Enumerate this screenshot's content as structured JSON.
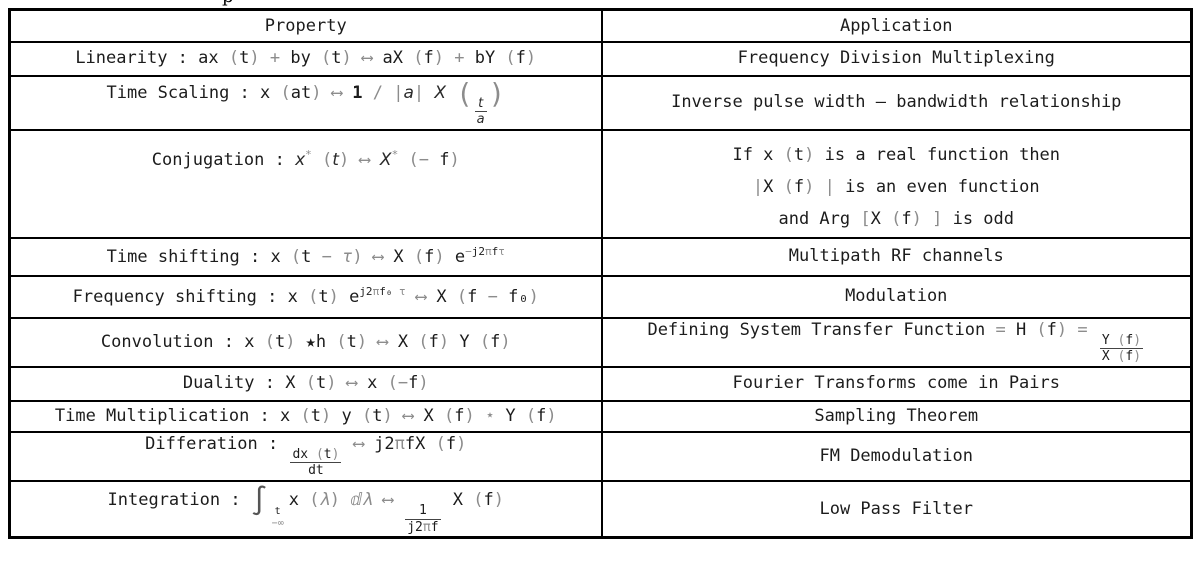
{
  "page": {
    "clipped_top_text": "p"
  },
  "table": {
    "headers": {
      "property": "Property",
      "application": "Application"
    },
    "rows": [
      {
        "name": "linearity",
        "property": [
          [
            {
              "t": "Linearity : ",
              "s": "k"
            },
            {
              "t": "ax ",
              "s": "k"
            },
            {
              "t": "(",
              "s": "g"
            },
            {
              "t": "t",
              "s": "k"
            },
            {
              "t": ")",
              "s": "g"
            },
            {
              "t": " + ",
              "s": "g"
            },
            {
              "t": "by ",
              "s": "k"
            },
            {
              "t": "(",
              "s": "g"
            },
            {
              "t": "t",
              "s": "k"
            },
            {
              "t": ")",
              "s": "g"
            },
            {
              "t": " ⟷ ",
              "s": "g"
            },
            {
              "t": "aX ",
              "s": "k"
            },
            {
              "t": "(",
              "s": "g"
            },
            {
              "t": "f",
              "s": "k"
            },
            {
              "t": ")",
              "s": "g"
            },
            {
              "t": " + ",
              "s": "g"
            },
            {
              "t": "bY ",
              "s": "k"
            },
            {
              "t": "(",
              "s": "g"
            },
            {
              "t": "f",
              "s": "k"
            },
            {
              "t": ")",
              "s": "g"
            }
          ]
        ],
        "application": [
          [
            {
              "t": "Frequency Division Multiplexing",
              "s": "k"
            }
          ]
        ]
      },
      {
        "name": "time-scaling",
        "property": [
          [
            {
              "t": "Time Scaling :  ",
              "s": "k"
            },
            {
              "t": "x ",
              "s": "k"
            },
            {
              "t": "(",
              "s": "g"
            },
            {
              "t": "at",
              "s": "k"
            },
            {
              "t": ")",
              "s": "g"
            },
            {
              "t": " ⟷ ",
              "s": "g"
            },
            {
              "t": "1",
              "s": "b"
            },
            {
              "t": " / ",
              "s": "g"
            },
            {
              "t": "|",
              "s": "g"
            },
            {
              "t": "a",
              "s": "i"
            },
            {
              "t": "|",
              "s": "g"
            },
            {
              "t": " ",
              "s": "k"
            },
            {
              "t": "X",
              "s": "i"
            },
            {
              "t": " ",
              "s": "k"
            },
            {
              "t": "(",
              "s": "bp"
            },
            {
              "frac": {
                "top": [
                  {
                    "t": "t",
                    "s": "i"
                  }
                ],
                "bot": [
                  {
                    "t": "a",
                    "s": "i"
                  }
                ]
              }
            },
            {
              "t": ")",
              "s": "bp"
            }
          ]
        ],
        "application": [
          [
            {
              "t": "Inverse pulse width – bandwidth relationship",
              "s": "k"
            }
          ]
        ]
      },
      {
        "name": "conjugation",
        "property": [
          [
            {
              "t": "Conjugation :  ",
              "s": "k"
            },
            {
              "t": "x",
              "s": "i"
            },
            {
              "t": "*",
              "s": "supg"
            },
            {
              "t": " ",
              "s": "k"
            },
            {
              "t": "(",
              "s": "g"
            },
            {
              "t": "t",
              "s": "i"
            },
            {
              "t": ")",
              "s": "g"
            },
            {
              "t": " ⟷ ",
              "s": "g"
            },
            {
              "t": "X",
              "s": "i"
            },
            {
              "t": "*",
              "s": "supg"
            },
            {
              "t": " ",
              "s": "k"
            },
            {
              "t": "(",
              "s": "g"
            },
            {
              "t": "− ",
              "s": "g"
            },
            {
              "t": "f",
              "s": "k"
            },
            {
              "t": ")",
              "s": "g"
            }
          ]
        ],
        "application": [
          [
            {
              "t": "If x ",
              "s": "k"
            },
            {
              "t": "(",
              "s": "g"
            },
            {
              "t": "t",
              "s": "k"
            },
            {
              "t": ")",
              "s": "g"
            },
            {
              "t": " is a real function then",
              "s": "k"
            }
          ],
          [
            {
              "t": "|",
              "s": "g"
            },
            {
              "t": "X ",
              "s": "k"
            },
            {
              "t": "(",
              "s": "g"
            },
            {
              "t": "f",
              "s": "k"
            },
            {
              "t": ")",
              "s": "g"
            },
            {
              "t": " | ",
              "s": "g"
            },
            {
              "t": "is an even function",
              "s": "k"
            }
          ],
          [
            {
              "t": "and Arg ",
              "s": "k"
            },
            {
              "t": "[",
              "s": "g"
            },
            {
              "t": "X ",
              "s": "k"
            },
            {
              "t": "(",
              "s": "g"
            },
            {
              "t": "f",
              "s": "k"
            },
            {
              "t": ")",
              "s": "g"
            },
            {
              "t": " ] ",
              "s": "g"
            },
            {
              "t": "is odd",
              "s": "k"
            }
          ]
        ]
      },
      {
        "name": "time-shifting",
        "property": [
          [
            {
              "t": "Time shifting :  ",
              "s": "k"
            },
            {
              "t": "x ",
              "s": "k"
            },
            {
              "t": "(",
              "s": "g"
            },
            {
              "t": "t",
              "s": "k"
            },
            {
              "t": " − ",
              "s": "g"
            },
            {
              "t": "τ",
              "s": "gi"
            },
            {
              "t": ")",
              "s": "g"
            },
            {
              "t": " ⟷ ",
              "s": "g"
            },
            {
              "t": "X ",
              "s": "k"
            },
            {
              "t": "(",
              "s": "g"
            },
            {
              "t": "f",
              "s": "k"
            },
            {
              "t": ")",
              "s": "g"
            },
            {
              "t": " e",
              "s": "k"
            },
            {
              "t": "−",
              "s": "supg"
            },
            {
              "t": "j2",
              "s": "sup"
            },
            {
              "t": "π",
              "s": "supg"
            },
            {
              "t": "f",
              "s": "sup"
            },
            {
              "t": "τ",
              "s": "supg"
            }
          ]
        ],
        "application": [
          [
            {
              "t": "Multipath RF channels",
              "s": "k"
            }
          ]
        ]
      },
      {
        "name": "frequency-shifting",
        "property": [
          [
            {
              "t": "Frequency shifting : ",
              "s": "k"
            },
            {
              "t": "x ",
              "s": "k"
            },
            {
              "t": "(",
              "s": "g"
            },
            {
              "t": "t",
              "s": "k"
            },
            {
              "t": ")",
              "s": "g"
            },
            {
              "t": " e",
              "s": "k"
            },
            {
              "t": "j2",
              "s": "sup"
            },
            {
              "t": "π",
              "s": "supg"
            },
            {
              "t": "f₀",
              "s": "sup"
            },
            {
              "t": " τ",
              "s": "supg"
            },
            {
              "t": " ⟷ ",
              "s": "g"
            },
            {
              "t": "X ",
              "s": "k"
            },
            {
              "t": "(",
              "s": "g"
            },
            {
              "t": "f",
              "s": "k"
            },
            {
              "t": " − ",
              "s": "g"
            },
            {
              "t": "f₀",
              "s": "k"
            },
            {
              "t": ")",
              "s": "g"
            }
          ]
        ],
        "application": [
          [
            {
              "t": "Modulation",
              "s": "k"
            }
          ]
        ]
      },
      {
        "name": "convolution",
        "property": [
          [
            {
              "t": "Convolution :  ",
              "s": "k"
            },
            {
              "t": "x ",
              "s": "k"
            },
            {
              "t": "(",
              "s": "g"
            },
            {
              "t": "t",
              "s": "k"
            },
            {
              "t": ")",
              "s": "g"
            },
            {
              "t": " ★",
              "s": "k"
            },
            {
              "t": "h ",
              "s": "k"
            },
            {
              "t": "(",
              "s": "g"
            },
            {
              "t": "t",
              "s": "k"
            },
            {
              "t": ")",
              "s": "g"
            },
            {
              "t": " ⟷ ",
              "s": "g"
            },
            {
              "t": "X ",
              "s": "k"
            },
            {
              "t": "(",
              "s": "g"
            },
            {
              "t": "f",
              "s": "k"
            },
            {
              "t": ")",
              "s": "g"
            },
            {
              "t": " Y ",
              "s": "k"
            },
            {
              "t": "(",
              "s": "g"
            },
            {
              "t": "f",
              "s": "k"
            },
            {
              "t": ")",
              "s": "g"
            }
          ]
        ],
        "application": [
          [
            {
              "t": "Defining System Transfer Function ",
              "s": "k"
            },
            {
              "t": "= ",
              "s": "g"
            },
            {
              "t": "H ",
              "s": "k"
            },
            {
              "t": "(",
              "s": "g"
            },
            {
              "t": "f",
              "s": "k"
            },
            {
              "t": ")",
              "s": "g"
            },
            {
              "t": " = ",
              "s": "g"
            },
            {
              "frac": {
                "top": [
                  {
                    "t": "Y ",
                    "s": "k"
                  },
                  {
                    "t": "(",
                    "s": "g"
                  },
                  {
                    "t": "f",
                    "s": "k"
                  },
                  {
                    "t": ")",
                    "s": "g"
                  }
                ],
                "bot": [
                  {
                    "t": "X ",
                    "s": "k"
                  },
                  {
                    "t": "(",
                    "s": "g"
                  },
                  {
                    "t": "f",
                    "s": "k"
                  },
                  {
                    "t": ")",
                    "s": "g"
                  }
                ]
              }
            }
          ]
        ]
      },
      {
        "name": "duality",
        "property": [
          [
            {
              "t": "Duality : ",
              "s": "k"
            },
            {
              "t": "X ",
              "s": "k"
            },
            {
              "t": "(",
              "s": "g"
            },
            {
              "t": "t",
              "s": "k"
            },
            {
              "t": ")",
              "s": "g"
            },
            {
              "t": " ⟷ ",
              "s": "g"
            },
            {
              "t": "x ",
              "s": "k"
            },
            {
              "t": "(",
              "s": "g"
            },
            {
              "t": "−",
              "s": "g"
            },
            {
              "t": "f",
              "s": "k"
            },
            {
              "t": ")",
              "s": "g"
            }
          ]
        ],
        "application": [
          [
            {
              "t": "Fourier Transforms come in Pairs",
              "s": "k"
            }
          ]
        ]
      },
      {
        "name": "time-multiplication",
        "property": [
          [
            {
              "t": "Time Multiplication : ",
              "s": "k"
            },
            {
              "t": "x ",
              "s": "k"
            },
            {
              "t": "(",
              "s": "g"
            },
            {
              "t": "t",
              "s": "k"
            },
            {
              "t": ")",
              "s": "g"
            },
            {
              "t": " y ",
              "s": "k"
            },
            {
              "t": "(",
              "s": "g"
            },
            {
              "t": "t",
              "s": "k"
            },
            {
              "t": ")",
              "s": "g"
            },
            {
              "t": " ⟷ ",
              "s": "g"
            },
            {
              "t": "X ",
              "s": "k"
            },
            {
              "t": "(",
              "s": "g"
            },
            {
              "t": "f",
              "s": "k"
            },
            {
              "t": ")",
              "s": "g"
            },
            {
              "t": " ⋆ ",
              "s": "g"
            },
            {
              "t": "Y ",
              "s": "k"
            },
            {
              "t": "(",
              "s": "g"
            },
            {
              "t": "f",
              "s": "k"
            },
            {
              "t": ")",
              "s": "g"
            }
          ]
        ],
        "application": [
          [
            {
              "t": "Sampling Theorem",
              "s": "k"
            }
          ]
        ]
      },
      {
        "name": "differation",
        "property": [
          [
            {
              "t": "Differation :  ",
              "s": "k"
            },
            {
              "frac": {
                "top": [
                  {
                    "t": "dx ",
                    "s": "k"
                  },
                  {
                    "t": "(",
                    "s": "g"
                  },
                  {
                    "t": "t",
                    "s": "k"
                  },
                  {
                    "t": ")",
                    "s": "g"
                  }
                ],
                "bot": [
                  {
                    "t": "dt",
                    "s": "k"
                  }
                ]
              }
            },
            {
              "t": " ⟷ ",
              "s": "g"
            },
            {
              "t": "j2",
              "s": "k"
            },
            {
              "t": "π",
              "s": "g"
            },
            {
              "t": "fX ",
              "s": "k"
            },
            {
              "t": "(",
              "s": "g"
            },
            {
              "t": "f",
              "s": "k"
            },
            {
              "t": ")",
              "s": "g"
            }
          ]
        ],
        "application": [
          [
            {
              "t": "FM Demodulation",
              "s": "k"
            }
          ]
        ]
      },
      {
        "name": "integration",
        "property": [
          [
            {
              "t": "Integration :  ",
              "s": "k"
            },
            {
              "t": "∫",
              "s": "int"
            },
            {
              "stack": {
                "top": [
                  {
                    "t": "t",
                    "s": "k"
                  }
                ],
                "bot": [
                  {
                    "t": "−∞",
                    "s": "g"
                  }
                ]
              }
            },
            {
              "t": "x ",
              "s": "k"
            },
            {
              "t": "(",
              "s": "g"
            },
            {
              "t": "λ",
              "s": "gi"
            },
            {
              "t": ")",
              "s": "g"
            },
            {
              "t": " ⅆ",
              "s": "g"
            },
            {
              "t": "λ",
              "s": "gi"
            },
            {
              "t": " ⟷   ",
              "s": "g"
            },
            {
              "frac": {
                "top": [
                  {
                    "t": "1",
                    "s": "k"
                  }
                ],
                "bot": [
                  {
                    "t": "j2",
                    "s": "k"
                  },
                  {
                    "t": "π",
                    "s": "g"
                  },
                  {
                    "t": "f",
                    "s": "k"
                  }
                ]
              }
            },
            {
              "t": " X ",
              "s": "k"
            },
            {
              "t": "(",
              "s": "g"
            },
            {
              "t": "f",
              "s": "k"
            },
            {
              "t": ")",
              "s": "g"
            }
          ]
        ],
        "application": [
          [
            {
              "t": "Low Pass Filter",
              "s": "k"
            }
          ]
        ]
      }
    ]
  }
}
